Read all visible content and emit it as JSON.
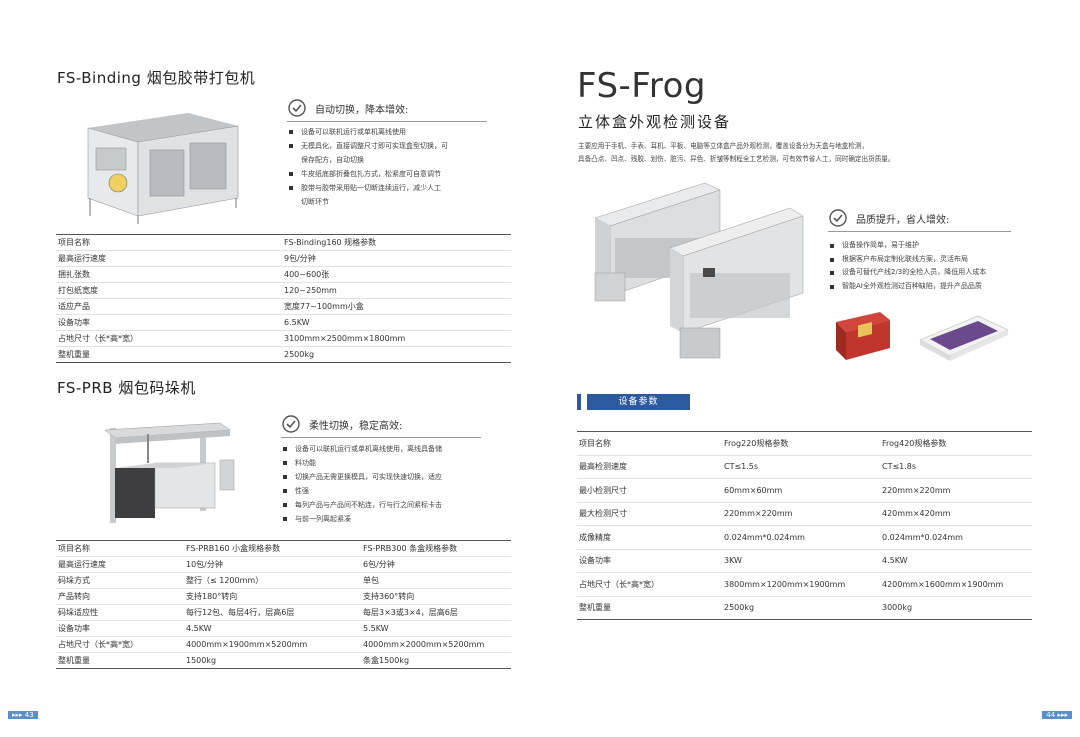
{
  "left": {
    "binding": {
      "title": "FS-Binding 烟包胶带打包机",
      "feature_title": "自动切换，降本增效:",
      "bullets": [
        "设备可以联机运行或单机离线使用",
        "无模具化，直接调整尺寸即可实现盒型切换，可",
        "保存配方，自动切换",
        "牛皮纸底部折叠包扎方式，松紧度可自意调节",
        "胶带与胶带采用贴一切断连续运行，减少人工",
        "切断环节"
      ],
      "table": [
        [
          "项目名称",
          "FS-Binding160 规格参数"
        ],
        [
          "最高运行速度",
          "9包/分钟"
        ],
        [
          "捆扎张数",
          "400~600张"
        ],
        [
          "打包纸宽度",
          "120~250mm"
        ],
        [
          "适应产品",
          "宽度77~100mm小盒"
        ],
        [
          "设备功率",
          "6.5KW"
        ],
        [
          "占地尺寸（长*高*宽）",
          "3100mm×2500mm×1800mm"
        ],
        [
          "整机重量",
          "2500kg"
        ]
      ]
    },
    "prb": {
      "title": "FS-PRB 烟包码垛机",
      "feature_title": "柔性切换，稳定高效:",
      "bullets": [
        "设备可以联机运行或单机离线使用，离线具备储",
        "料功能",
        "切换产品无需更换模具，可实现快速切换，适应",
        "性强",
        "每列产品与产品间不粘连，行与行之间紧标卡击",
        "与前一列离起紧凑"
      ],
      "table": [
        [
          "项目名称",
          "FS-PRB160 小盒规格参数",
          "FS-PRB300 条盒规格参数"
        ],
        [
          "最高运行速度",
          "10包/分钟",
          "6包/分钟"
        ],
        [
          "码垛方式",
          "整行（≤ 1200mm）",
          "单包"
        ],
        [
          "产品转向",
          "支持180°转向",
          "支持360°转向"
        ],
        [
          "码垛适应性",
          "每行12包、每层4行，层高6层",
          "每层3×3或3×4，层高6层"
        ],
        [
          "设备功率",
          "4.5KW",
          "5.5KW"
        ],
        [
          "占地尺寸（长*高*宽）",
          "4000mm×1900mm×5200mm",
          "4000mm×2000mm×5200mm"
        ],
        [
          "整机重量",
          "1500kg",
          "条盒1500kg"
        ]
      ]
    },
    "page_number": "43"
  },
  "right": {
    "frog": {
      "title": "FS-Frog",
      "subtitle": "立体盒外观检测设备",
      "description_lines": [
        "主要应用于手机、手表、耳机、平板、电脑等立体盒产品外观检测，覆盖设备分为天盒与地盒检测，",
        "具备凸点、凹点、残胶、划伤、脏污、异色、折皱等制程全工艺检测，可有效节省人工，同时确定出货质量。"
      ],
      "feature_title": "品质提升，省人增效:",
      "bullets": [
        "设备操作简单，易于维护",
        "根据客户布局定制化联线方案，灵活布局",
        "设备可替代产线2/3的全检人员，降低用人成本",
        "智能AI全外观检测过百种缺陷，提升产品品质"
      ],
      "params_label": "设备参数",
      "table": [
        [
          "项目名称",
          "Frog220规格参数",
          "Frog420规格参数"
        ],
        [
          "最高检测速度",
          "CT≤1.5s",
          "CT≤1.8s"
        ],
        [
          "最小检测尺寸",
          "60mm×60mm",
          "220mm×220mm"
        ],
        [
          "最大检测尺寸",
          "220mm×220mm",
          "420mm×420mm"
        ],
        [
          "成像精度",
          "0.024mm*0.024mm",
          "0.024mm*0.024mm"
        ],
        [
          "设备功率",
          "3KW",
          "4.5KW"
        ],
        [
          "占地尺寸（长*高*宽）",
          "3800mm×1200mm×1900mm",
          "4200mm×1600mm×1900mm"
        ],
        [
          "整机重量",
          "2500kg",
          "3000kg"
        ]
      ]
    },
    "page_number": "44"
  },
  "colors": {
    "accent_blue": "#2c5aa0",
    "page_tab": "#5b8fc9"
  }
}
